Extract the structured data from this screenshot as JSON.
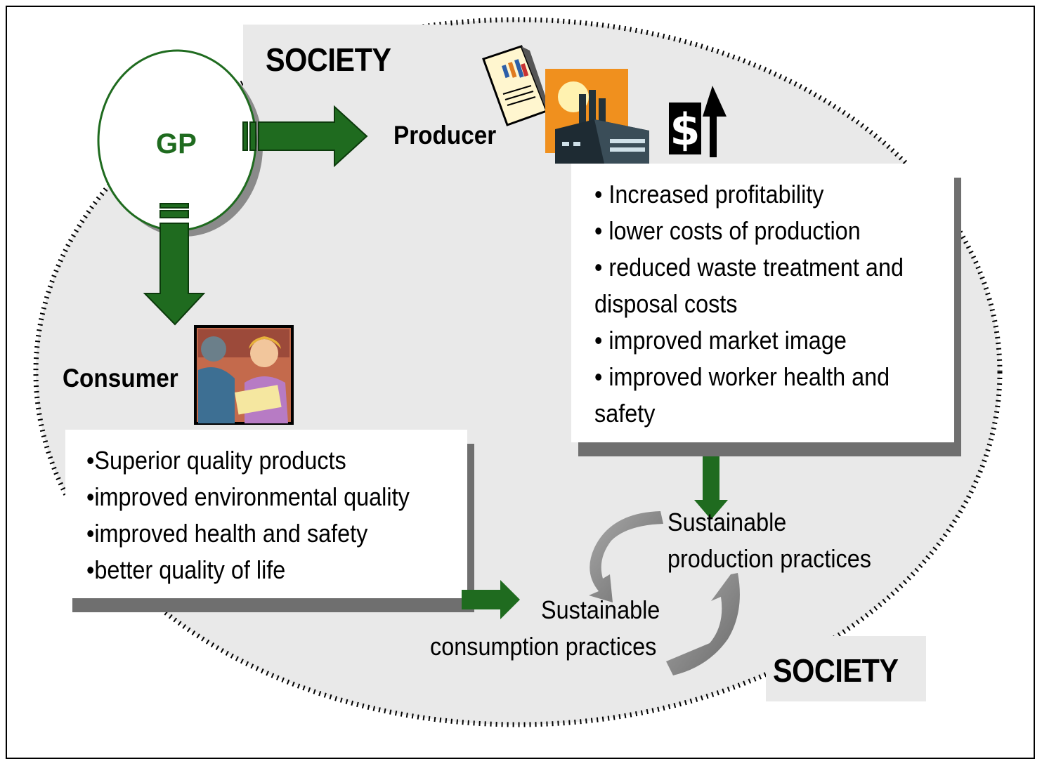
{
  "labels": {
    "society_top": "SOCIETY",
    "society_bottom": "SOCIETY",
    "gp": "GP",
    "producer": "Producer",
    "consumer": "Consumer"
  },
  "producer_benefits": [
    "• Increased profitability",
    "• lower costs of production",
    "• reduced waste treatment and",
    "disposal costs",
    "• improved market image",
    "• improved worker health and",
    " safety"
  ],
  "consumer_benefits": [
    "•Superior quality products",
    "•improved environmental quality",
    "•improved health and safety",
    "•better quality of life"
  ],
  "practices": {
    "production_line1": "Sustainable",
    "production_line2": "production practices",
    "consumption_line1": "Sustainable",
    "consumption_line2": "consumption practices"
  },
  "icons": [
    "report-chart-icon",
    "factory-icon",
    "dollar-up-icon",
    "business-people-icon",
    "cycle-arrows-icon"
  ],
  "colors": {
    "society_fill": "#e9e9e9",
    "arrow_green": "#1f6b1f",
    "gp_border": "#1f6b1f",
    "shadow_gray": "#6f6f6f"
  }
}
